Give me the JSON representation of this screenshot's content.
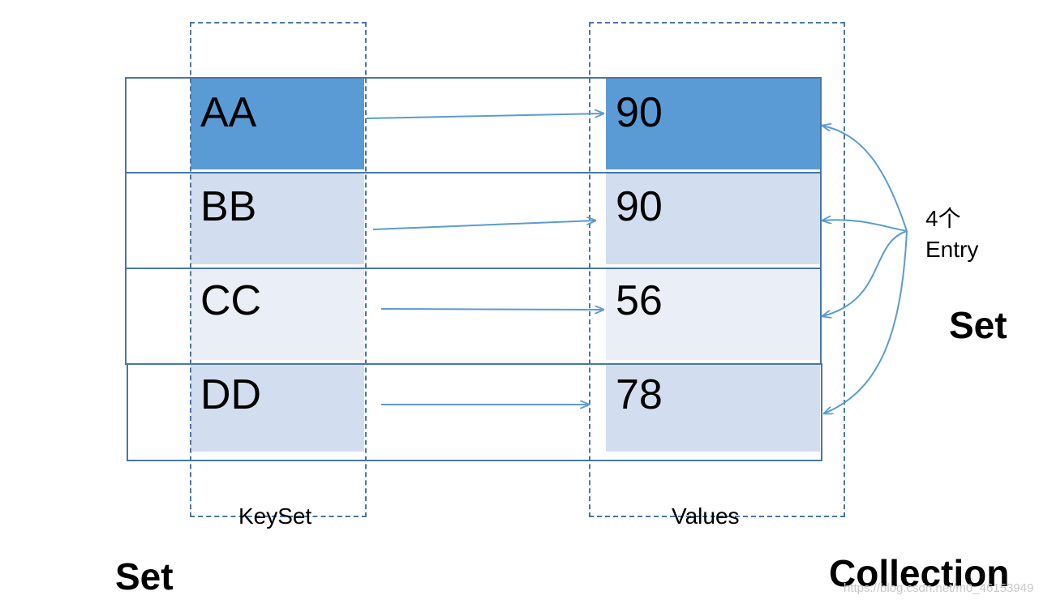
{
  "entries": [
    {
      "key": "AA",
      "value": "90"
    },
    {
      "key": "BB",
      "value": "90"
    },
    {
      "key": "CC",
      "value": "56"
    },
    {
      "key": "DD",
      "value": "78"
    }
  ],
  "labels": {
    "keyset": "KeySet",
    "values": "Values",
    "set_left": "Set",
    "collection": "Collection",
    "set_right": "Set",
    "entry_count": "4个",
    "entry_word": "Entry"
  },
  "watermark": "https://blog.csdn.net/m0_46153949",
  "colors": {
    "dark_fill": "#5b9bd5",
    "mid_fill": "#d2deef",
    "light_fill": "#eaeff7",
    "stroke": "#4a76a8",
    "arrow": "#5b9bd5"
  }
}
